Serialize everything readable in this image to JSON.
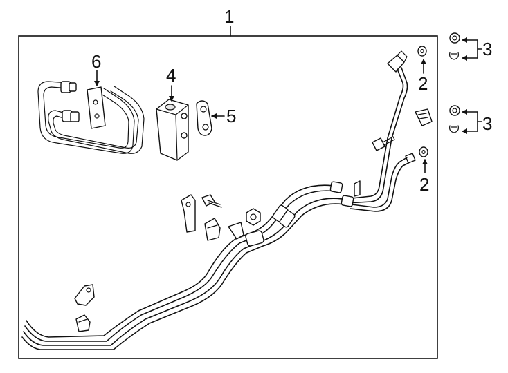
{
  "diagram": {
    "callouts": {
      "assembly": "1",
      "washer_upper": "2",
      "washer_lower": "2",
      "clip_upper": "3",
      "clip_lower": "3",
      "cooler": "4",
      "gasket": "5",
      "bracket": "6"
    }
  }
}
